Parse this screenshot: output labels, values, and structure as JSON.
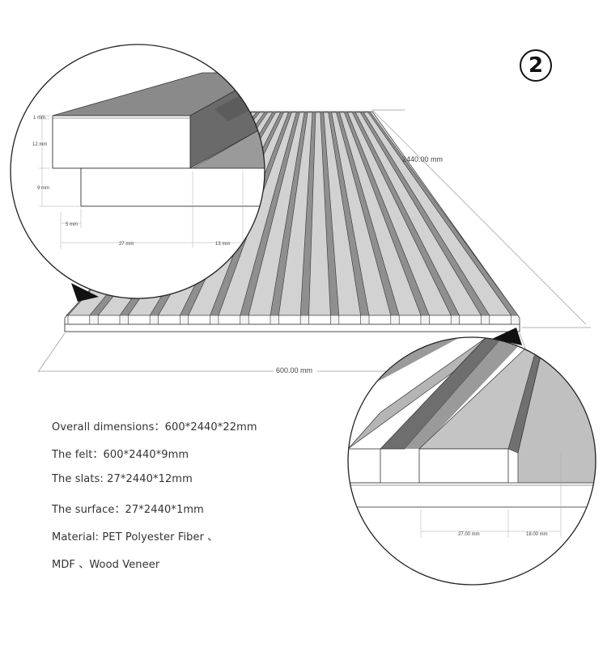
{
  "step_number": "2",
  "dimensions": {
    "length": "2440.00 mm",
    "width": "600.00 mm"
  },
  "detail_top_left": {
    "surface_thickness": "1 mm",
    "slat_thickness": "12 mm",
    "felt_thickness": "9 mm",
    "felt_offset": "5 mm",
    "slat_width": "27 mm",
    "gap_width": "13 mm"
  },
  "detail_bottom_right": {
    "slat_width": "27.00 mm",
    "gap_width": "18.00 mm"
  },
  "specs": [
    "Overall dimensions：600*2440*22mm",
    "The felt：600*2440*9mm",
    "The slats: 27*2440*12mm",
    "The surface：27*2440*1mm",
    "Material: PET Polyester Fiber 、",
    "MDF 、Wood Veneer"
  ],
  "colors": {
    "slat_face": "#d0d0d0",
    "slat_side": "#7a7a7a",
    "gap": "#9a9a9a",
    "base_light": "#ffffff",
    "outline": "#333333"
  }
}
